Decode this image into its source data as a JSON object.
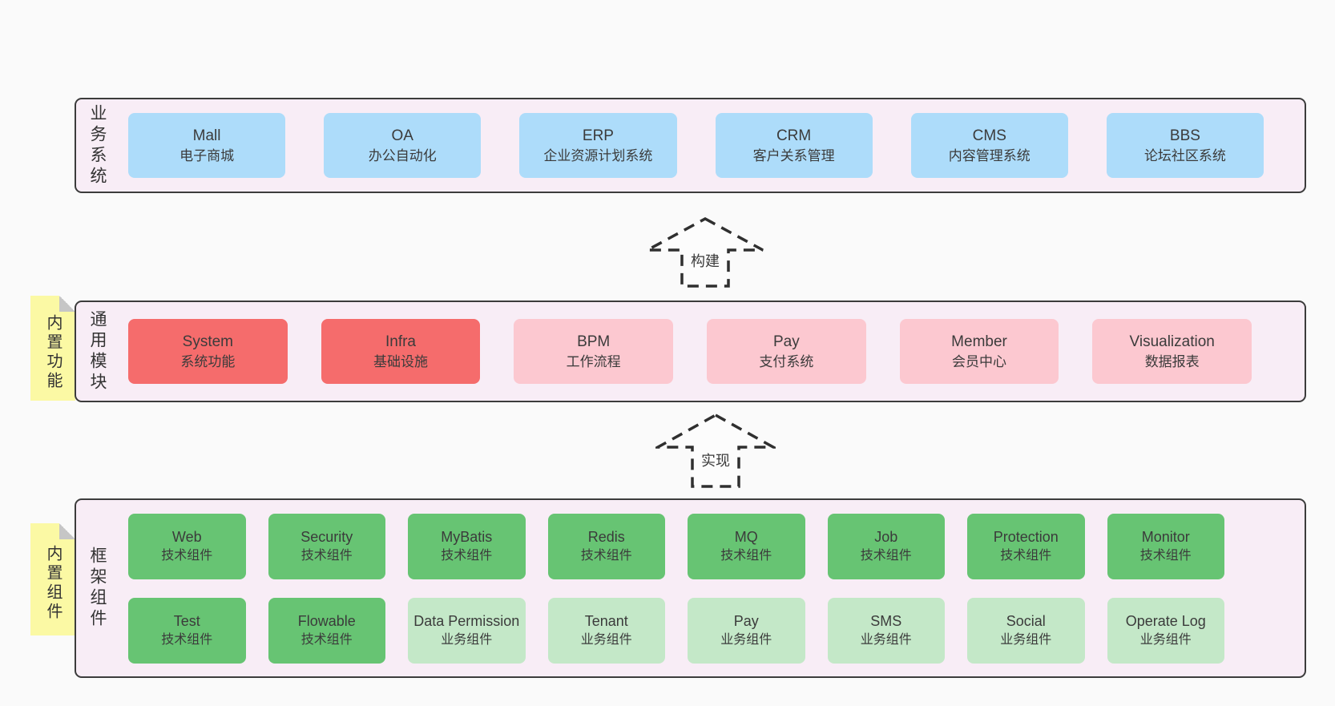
{
  "colors": {
    "page_background": "#fafafa",
    "panel_background": "#f8edf6",
    "panel_border": "#3c3c3c",
    "box_blue": "#addcfa",
    "box_red": "#f56c6c",
    "box_pink": "#fcc8d0",
    "box_green_dark": "#67c473",
    "box_green_light": "#c4e8c8",
    "note_yellow": "#fbf9a4"
  },
  "sections": {
    "business": {
      "label": "业务系统",
      "boxes": [
        {
          "title": "Mall",
          "subtitle": "电子商城"
        },
        {
          "title": "OA",
          "subtitle": "办公自动化"
        },
        {
          "title": "ERP",
          "subtitle": "企业资源计划系统"
        },
        {
          "title": "CRM",
          "subtitle": "客户关系管理"
        },
        {
          "title": "CMS",
          "subtitle": "内容管理系统"
        },
        {
          "title": "BBS",
          "subtitle": "论坛社区系统"
        }
      ]
    },
    "modules": {
      "label": "通用模块",
      "sticky_note": "内置功能",
      "boxes": [
        {
          "title": "System",
          "subtitle": "系统功能"
        },
        {
          "title": "Infra",
          "subtitle": "基础设施"
        },
        {
          "title": "BPM",
          "subtitle": "工作流程"
        },
        {
          "title": "Pay",
          "subtitle": "支付系统"
        },
        {
          "title": "Member",
          "subtitle": "会员中心"
        },
        {
          "title": "Visualization",
          "subtitle": "数据报表"
        }
      ]
    },
    "components": {
      "label": "框架组件",
      "sticky_note": "内置组件",
      "row1": [
        {
          "title": "Web",
          "subtitle": "技术组件"
        },
        {
          "title": "Security",
          "subtitle": "技术组件"
        },
        {
          "title": "MyBatis",
          "subtitle": "技术组件"
        },
        {
          "title": "Redis",
          "subtitle": "技术组件"
        },
        {
          "title": "MQ",
          "subtitle": "技术组件"
        },
        {
          "title": "Job",
          "subtitle": "技术组件"
        },
        {
          "title": "Protection",
          "subtitle": "技术组件"
        },
        {
          "title": "Monitor",
          "subtitle": "技术组件"
        }
      ],
      "row2": [
        {
          "title": "Test",
          "subtitle": "技术组件"
        },
        {
          "title": "Flowable",
          "subtitle": "技术组件"
        },
        {
          "title": "Data Permission",
          "subtitle": "业务组件"
        },
        {
          "title": "Tenant",
          "subtitle": "业务组件"
        },
        {
          "title": "Pay",
          "subtitle": "业务组件"
        },
        {
          "title": "SMS",
          "subtitle": "业务组件"
        },
        {
          "title": "Social",
          "subtitle": "业务组件"
        },
        {
          "title": "Operate Log",
          "subtitle": "业务组件"
        }
      ]
    }
  },
  "arrows": [
    {
      "label": "构建"
    },
    {
      "label": "实现"
    }
  ]
}
